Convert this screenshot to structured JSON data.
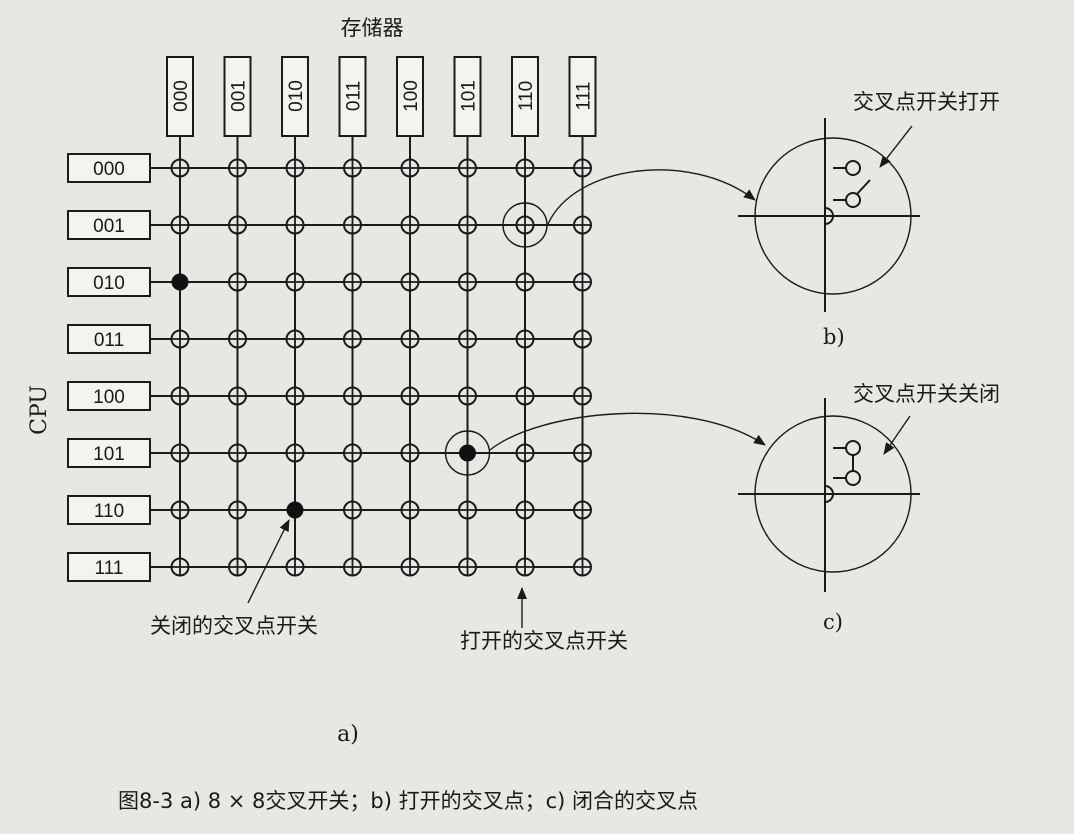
{
  "diagram": {
    "memory_title": "存储器",
    "cpu_label": "CPU",
    "memory_modules": [
      "000",
      "001",
      "010",
      "011",
      "100",
      "101",
      "110",
      "111"
    ],
    "cpus": [
      "000",
      "001",
      "010",
      "011",
      "100",
      "101",
      "110",
      "111"
    ],
    "closed_crosspoints": [
      {
        "cpu": 2,
        "memory": 0
      },
      {
        "cpu": 5,
        "memory": 5
      },
      {
        "cpu": 6,
        "memory": 2
      }
    ],
    "highlighted_crosspoints": [
      {
        "cpu": 1,
        "memory": 6
      },
      {
        "cpu": 5,
        "memory": 5
      }
    ],
    "closed_switch_label": "关闭的交叉点开关",
    "open_switch_label": "打开的交叉点开关",
    "part_a_label": "a)",
    "part_b_title": "交叉点开关打开",
    "part_b_label": "b)",
    "part_c_title": "交叉点开关关闭",
    "part_c_label": "c)",
    "caption": "图8-3   a) 8 × 8交叉开关；b) 打开的交叉点；c) 闭合的交叉点"
  }
}
